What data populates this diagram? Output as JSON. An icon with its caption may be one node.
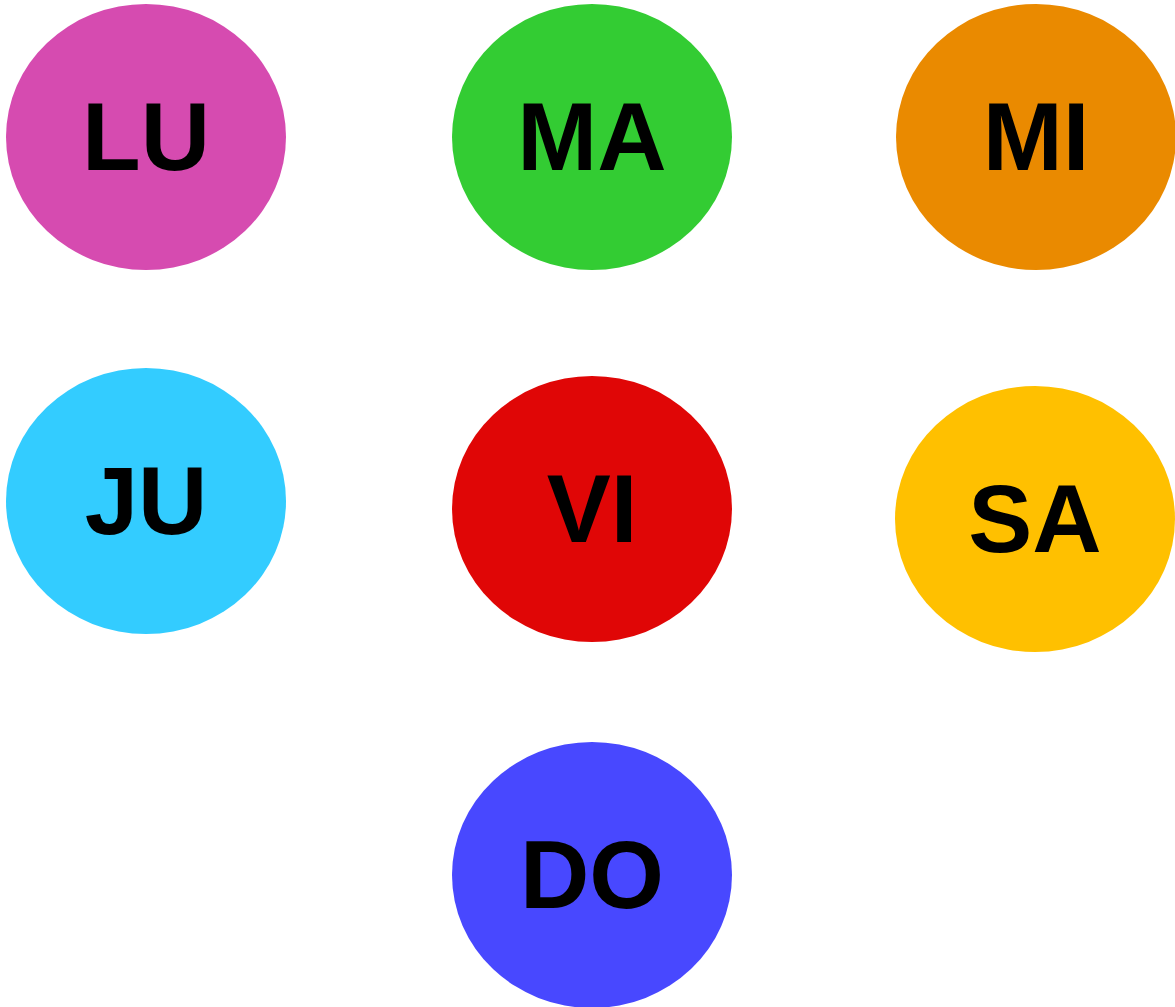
{
  "diagram": {
    "nodes": [
      {
        "text": [
          "LU"
        ]
      },
      {
        "text": [
          "MA"
        ]
      },
      {
        "text": [
          "MI"
        ]
      },
      {
        "text": [
          "JU"
        ]
      },
      {
        "text": [
          "VI"
        ]
      },
      {
        "text": [
          "SA"
        ]
      },
      {
        "text": [
          "DO"
        ]
      }
    ]
  }
}
